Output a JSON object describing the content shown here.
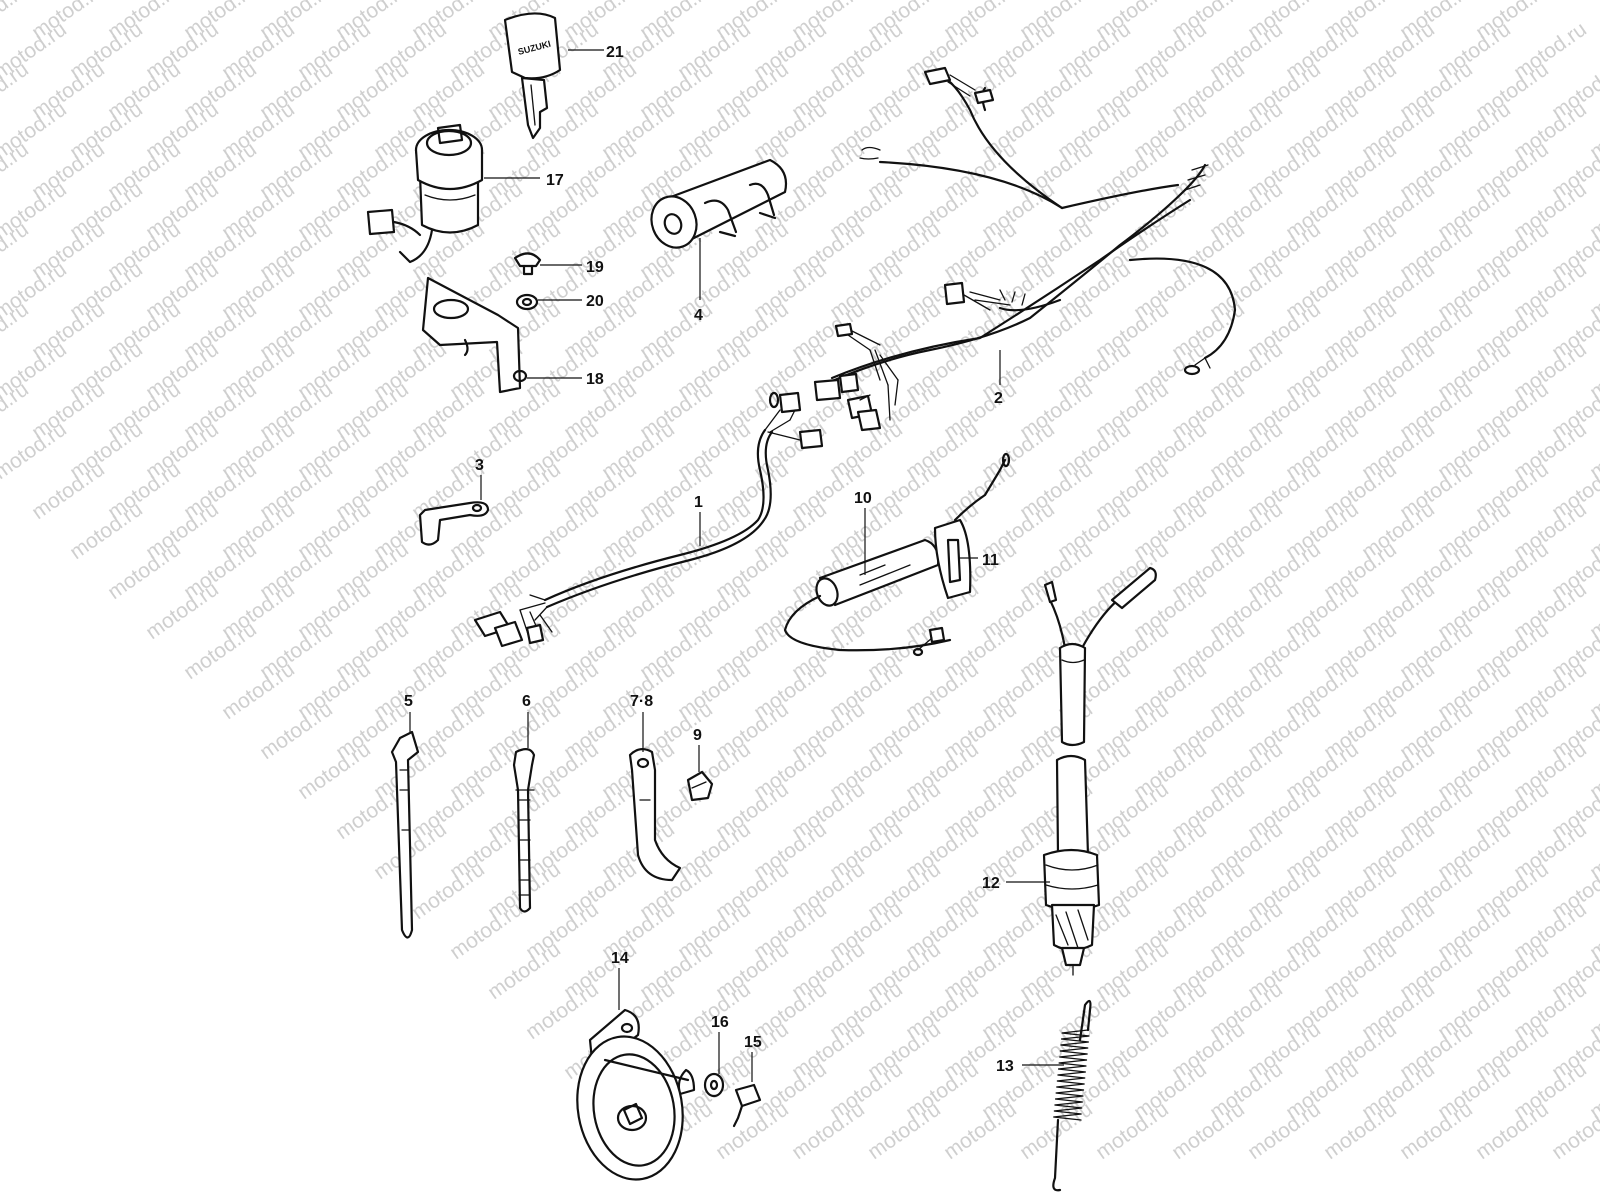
{
  "watermark": {
    "text": "motod.ru"
  },
  "key_logo": "SUZUKI",
  "callouts": {
    "c1": "1",
    "c2": "2",
    "c3": "3",
    "c4": "4",
    "c5": "5",
    "c6": "6",
    "c78": "7·8",
    "c9": "9",
    "c10": "10",
    "c11": "11",
    "c12": "12",
    "c13": "13",
    "c14": "14",
    "c15": "15",
    "c16": "16",
    "c17": "17",
    "c18": "18",
    "c19": "19",
    "c20": "20",
    "c21": "21"
  }
}
